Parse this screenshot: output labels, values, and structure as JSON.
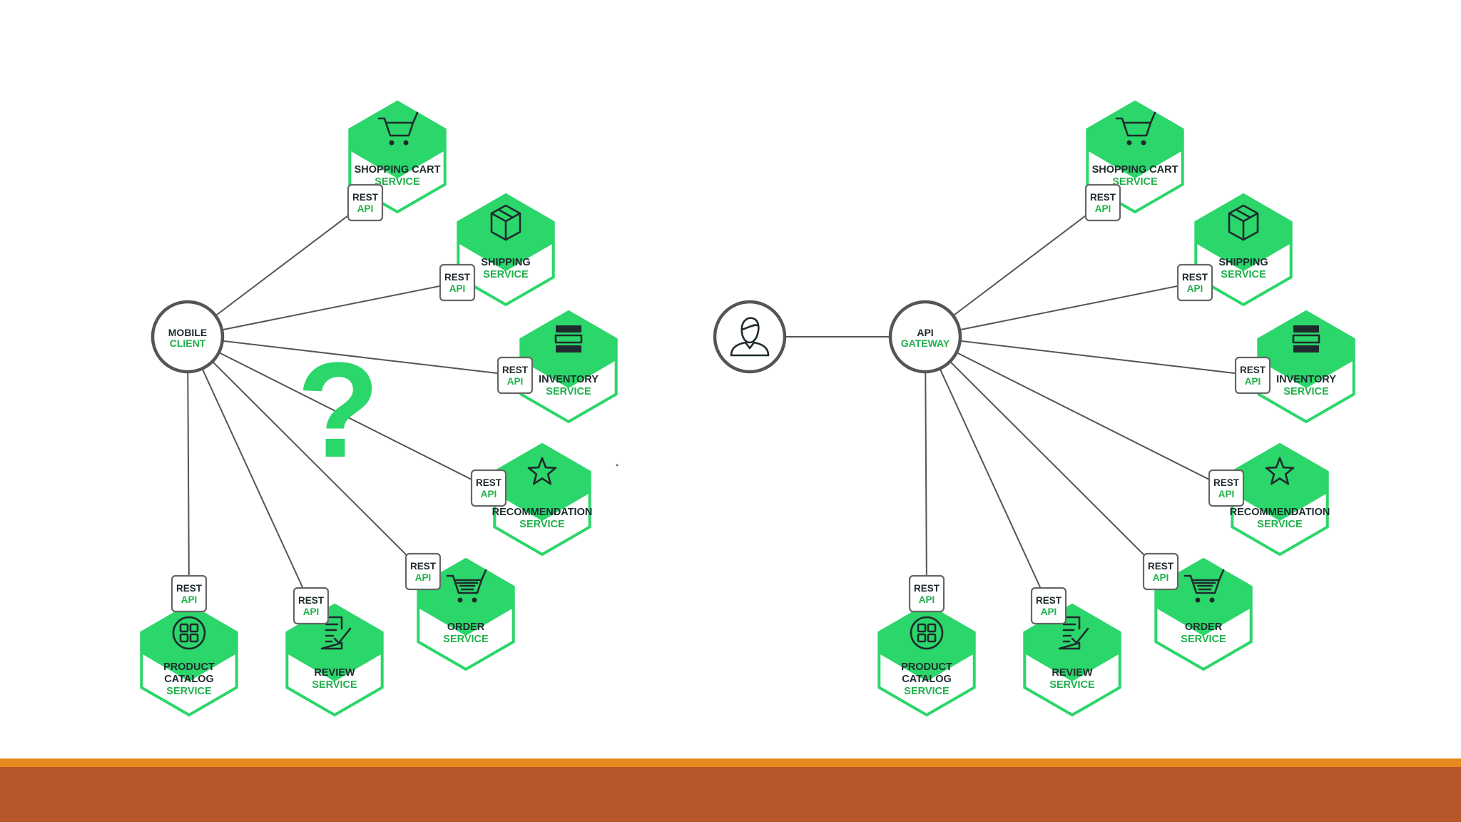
{
  "colors": {
    "green": "#2bd66a",
    "green_dark": "#19b14f",
    "green_label": "#20b04c",
    "dark": "#1f2a2e",
    "line": "#555555",
    "orange": "#e8891f",
    "brown": "#b6562a"
  },
  "service_suffix": "SERVICE",
  "rest_label": {
    "line1": "REST",
    "line2": "API"
  },
  "question_mark": "?",
  "diagrams": [
    {
      "hub": {
        "line1": "MOBILE",
        "line2": "CLIENT"
      },
      "services": [
        {
          "id": "shopping-cart",
          "name": [
            "SHOPPING CART"
          ],
          "icon": "cart-icon"
        },
        {
          "id": "shipping",
          "name": [
            "SHIPPING"
          ],
          "icon": "box-icon"
        },
        {
          "id": "inventory",
          "name": [
            "INVENTORY"
          ],
          "icon": "stack-icon"
        },
        {
          "id": "recommendation",
          "name": [
            "RECOMMENDATION"
          ],
          "icon": "star-icon"
        },
        {
          "id": "order",
          "name": [
            "ORDER"
          ],
          "icon": "order-cart-icon"
        },
        {
          "id": "review",
          "name": [
            "REVIEW"
          ],
          "icon": "review-icon"
        },
        {
          "id": "product-catalog",
          "name": [
            "PRODUCT",
            "CATALOG"
          ],
          "icon": "grid-icon"
        }
      ]
    },
    {
      "hub": {
        "line1": "API",
        "line2": "GATEWAY"
      },
      "user": {
        "icon": "user-icon"
      },
      "services": [
        {
          "id": "shopping-cart",
          "name": [
            "SHOPPING CART"
          ],
          "icon": "cart-icon"
        },
        {
          "id": "shipping",
          "name": [
            "SHIPPING"
          ],
          "icon": "box-icon"
        },
        {
          "id": "inventory",
          "name": [
            "INVENTORY"
          ],
          "icon": "stack-icon"
        },
        {
          "id": "recommendation",
          "name": [
            "RECOMMENDATION"
          ],
          "icon": "star-icon"
        },
        {
          "id": "order",
          "name": [
            "ORDER"
          ],
          "icon": "order-cart-icon"
        },
        {
          "id": "review",
          "name": [
            "REVIEW"
          ],
          "icon": "review-icon"
        },
        {
          "id": "product-catalog",
          "name": [
            "PRODUCT",
            "CATALOG"
          ],
          "icon": "grid-icon"
        }
      ]
    }
  ]
}
